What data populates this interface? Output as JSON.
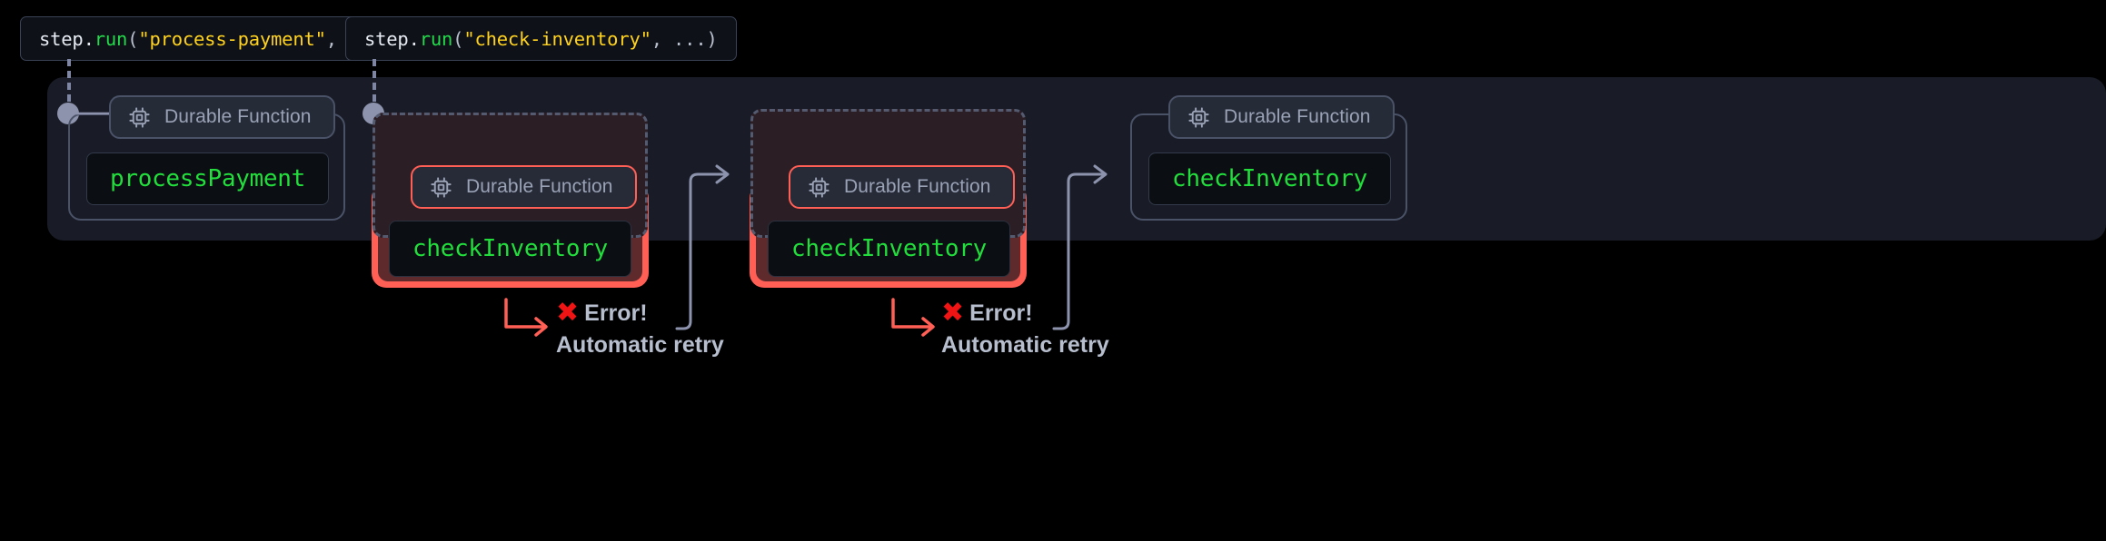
{
  "page": {
    "background": "#000000",
    "panel_color": "#191C26",
    "accent_error": "#FF5F55",
    "accent_success": "#22DE3C",
    "accent_muted": "#9AA2B6",
    "badge_border": "#4A5268"
  },
  "tooltips": [
    {
      "name": "process-payment-call",
      "object": "step",
      "dot": ".",
      "method": "run",
      "open": "(",
      "arg": "\"process-payment\"",
      "rest": ", ...)"
    },
    {
      "name": "check-inventory-call",
      "object": "step",
      "dot": ".",
      "method": "run",
      "open": "(",
      "arg": "\"check-inventory\"",
      "rest": ", ...)"
    }
  ],
  "blocks": [
    {
      "id": "block-1",
      "badge_label": "Durable Function",
      "icon": "cpu-chip-icon",
      "code": "processPayment",
      "state": "success"
    },
    {
      "id": "block-2",
      "badge_label": "Durable Function",
      "icon": "cpu-chip-icon",
      "code": "checkInventory",
      "state": "error"
    },
    {
      "id": "block-3",
      "badge_label": "Durable Function",
      "icon": "cpu-chip-icon",
      "code": "checkInventory",
      "state": "error"
    },
    {
      "id": "block-4",
      "badge_label": "Durable Function",
      "icon": "cpu-chip-icon",
      "code": "checkInventory",
      "state": "success"
    }
  ],
  "annotations": [
    {
      "id": "error-1",
      "mark": "✖",
      "title": "Error!",
      "subtitle": "Automatic retry"
    },
    {
      "id": "error-2",
      "mark": "✖",
      "title": "Error!",
      "subtitle": "Automatic retry"
    }
  ]
}
